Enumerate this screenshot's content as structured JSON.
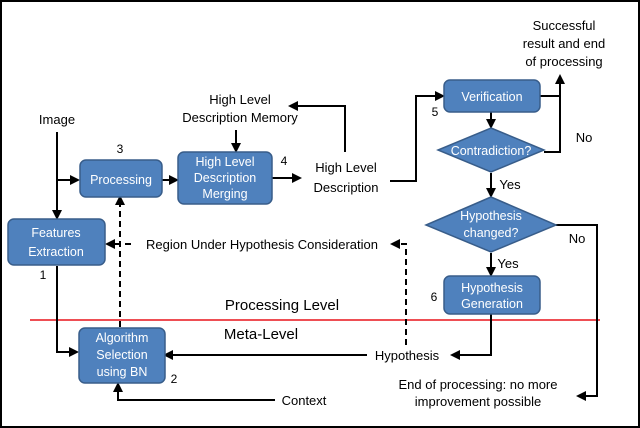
{
  "colors": {
    "node_fill": "#4f81bd",
    "node_stroke": "#385d8a",
    "separator": "#e8131b",
    "border": "#000000"
  },
  "nodes": {
    "features_extraction": [
      "Features",
      "Extraction"
    ],
    "processing": [
      "Processing"
    ],
    "merging": [
      "High Level",
      "Description",
      "Merging"
    ],
    "algorithm_selection": [
      "Algorithm",
      "Selection",
      "using BN"
    ],
    "verification": [
      "Verification"
    ],
    "contradiction": [
      "Contradiction?"
    ],
    "hypothesis_changed": [
      "Hypothesis",
      "changed?"
    ],
    "hypothesis_generation": [
      "Hypothesis",
      "Generation"
    ]
  },
  "labels": {
    "image": "Image",
    "memory": [
      "High Level",
      "Description Memory"
    ],
    "high_level_description": [
      "High Level",
      "Description"
    ],
    "success": [
      "Successful",
      "result and end",
      "of processing"
    ],
    "region": "Region Under Hypothesis Consideration",
    "processing_level": "Processing Level",
    "meta_level": "Meta-Level",
    "hypothesis": "Hypothesis",
    "context": "Context",
    "end": [
      "End of processing: no more",
      "improvement possible"
    ],
    "yes": "Yes",
    "no": "No"
  },
  "step_numbers": {
    "features": "1",
    "algorithm": "2",
    "processing": "3",
    "merging": "4",
    "verification": "5",
    "generation": "6"
  }
}
